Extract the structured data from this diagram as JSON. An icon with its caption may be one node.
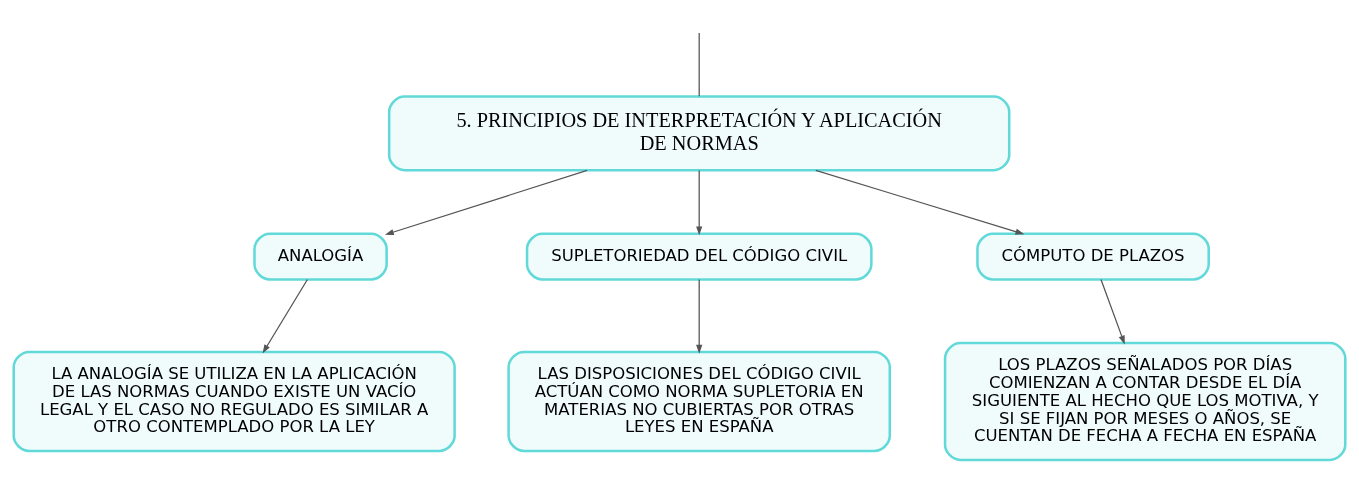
{
  "diagram": {
    "nodes": [
      {
        "text": [
          "5. PRINCIPIOS DE INTERPRETACIÓN Y APLICACIÓN DE NORMAS"
        ]
      },
      {
        "text": [
          "ANALOGÍA"
        ]
      },
      {
        "text": [
          "SUPLETORIEDAD DEL CÓDIGO CIVIL"
        ]
      },
      {
        "text": [
          "CÓMPUTO DE PLAZOS"
        ]
      },
      {
        "text": [
          "LA ANALOGÍA SE UTILIZA EN LA APLICACIÓN DE LAS NORMAS CUANDO EXISTE UN VACÍO LEGAL Y EL CASO NO REGULADO ES SIMILAR A OTRO CONTEMPLADO POR LA LEY"
        ]
      },
      {
        "text": [
          "LAS DISPOSICIONES DEL CÓDIGO CIVIL ACTÚAN COMO NORMA SUPLETORIA EN MATERIAS NO CUBIERTAS POR OTRAS LEYES EN ESPAÑA"
        ]
      },
      {
        "text": [
          "LOS PLAZOS SEÑALADOS POR DÍAS COMIENZAN A CONTAR DESDE EL DÍA SIGUIENTE AL HECHO QUE LOS MOTIVA, Y SI SE FIJAN POR MESES O AÑOS, SE CUENTAN DE FECHA A FECHA EN ESPAÑA"
        ]
      }
    ],
    "edges": [
      {
        "from": null,
        "to": 0,
        "arrow": "none"
      },
      {
        "from": 0,
        "to": 1,
        "arrow": "to"
      },
      {
        "from": 0,
        "to": 2,
        "arrow": "to"
      },
      {
        "from": 0,
        "to": 3,
        "arrow": "to"
      },
      {
        "from": 1,
        "to": 4,
        "arrow": "to"
      },
      {
        "from": 2,
        "to": 5,
        "arrow": "to"
      },
      {
        "from": 3,
        "to": 6,
        "arrow": "to"
      }
    ]
  }
}
